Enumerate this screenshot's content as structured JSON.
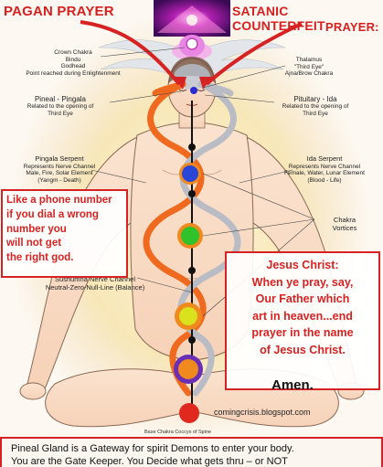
{
  "headers": {
    "left": "PAGAN PRAYER",
    "right": "SATANIC COUNTERFEIT",
    "right2": "PRAYER:"
  },
  "labels": {
    "crown_1": "Crown Chakra",
    "crown_2": "Bindu",
    "crown_3": "Godhead",
    "crown_4": "Point reached during Enlightenment",
    "thalamus_1": "Thalamus",
    "thalamus_2": "\"Third Eye\"",
    "thalamus_3": "Ajna/Brow Chakra",
    "pineal_1": "Pineal - Pingala",
    "pineal_2": "Related to the opening of",
    "pineal_3": "Third Eye",
    "pituitary_1": "Pituitary - Ida",
    "pituitary_2": "Related to the opening of",
    "pituitary_3": "Third Eye",
    "pingala_1": "Pingala Serpent",
    "pingala_2": "Represents Nerve Channel",
    "pingala_3": "Male, Fire, Solar Element",
    "pingala_4": "(Yangm - Death)",
    "ida_1": "Ida Serpent",
    "ida_2": "Represents Nerve Channel",
    "ida_3": "Female, Water, Lunar Element",
    "ida_4": "(Blood - Life)",
    "chakra_1": "Chakra",
    "chakra_2": "Vortices",
    "sushumna_1": "Sushumna Nerve Channel",
    "sushumna_2": "Neutral-Zero-Null-Line (Balance)",
    "base": "Base Chakra Coccyx of Spine"
  },
  "left_box": {
    "line1": "Like a phone number",
    "line2": "if you dial a wrong",
    "line3": "number you",
    "line4": "will not get",
    "line5": "the right god."
  },
  "right_box": {
    "line1": "Jesus Christ:",
    "line2": "When ye pray, say,",
    "line3": "Our Father which",
    "line4": "art in heaven...end",
    "line5": "prayer in the name",
    "line6": "of Jesus Christ."
  },
  "amen": "Amen.",
  "website": "comingcrisis.blogspot.com",
  "banner": {
    "line1": "Pineal Gland is a Gateway for spirit Demons to enter your body.",
    "line2": "You are the Gate Keeper. You Decide what gets thru – or NOT"
  },
  "colors": {
    "accent_red": "#d62222",
    "serpent_orange": "#ef6a1e",
    "serpent_silver": "#b9bcc4",
    "spine_black": "#111111",
    "chakra_purple": "#c24fd0",
    "chakra_indigo": "#3a3fd0",
    "chakra_blue": "#2aa7e6",
    "chakra_green": "#2fc22a",
    "chakra_yellow": "#d9e21d",
    "chakra_orange": "#f08a1e",
    "chakra_red": "#e0281e"
  }
}
